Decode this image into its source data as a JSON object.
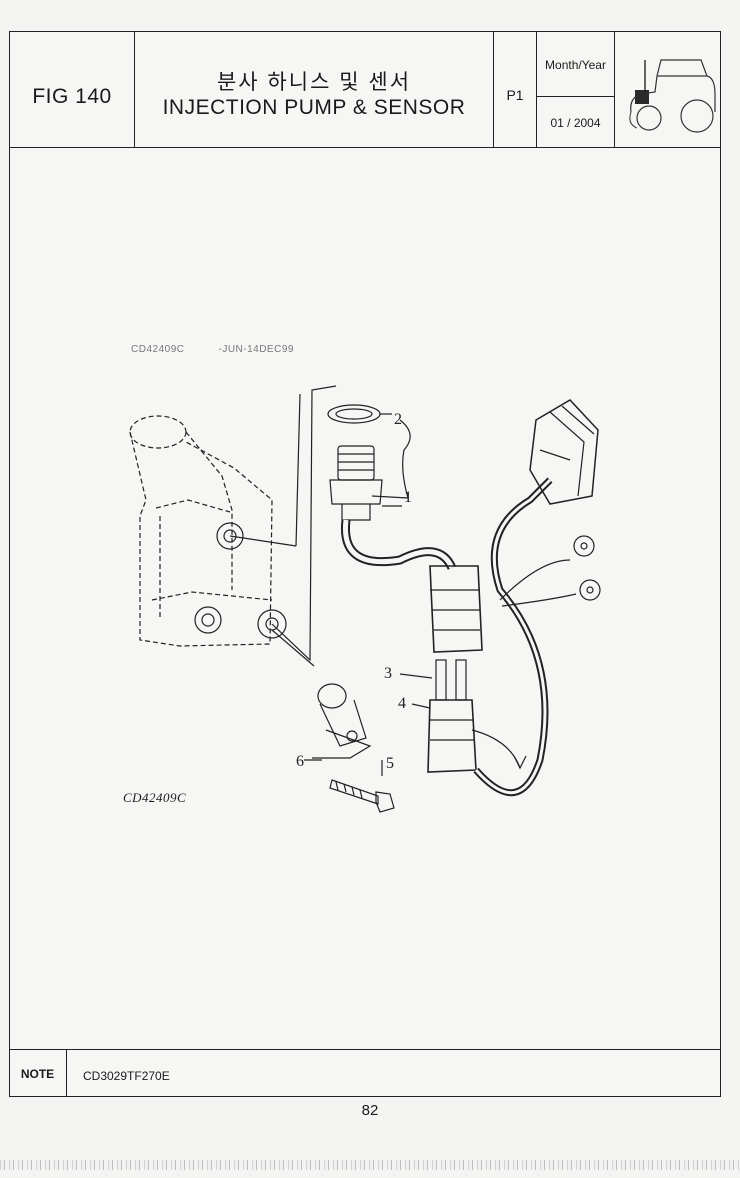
{
  "header": {
    "fig": "FIG 140",
    "title_ko": "분사 하니스 및 센서",
    "title_en": "INJECTION PUMP & SENSOR",
    "page": "P1",
    "date_label": "Month/Year",
    "date_value": "01 / 2004"
  },
  "drawing": {
    "stamp_code": "CD42409C",
    "stamp_date": "-JUN-14DEC99",
    "caption": "CD42409C",
    "callouts": [
      "1",
      "2",
      "3",
      "4",
      "5",
      "6"
    ]
  },
  "footer": {
    "note_label": "NOTE",
    "note_value": "CD3029TF270E",
    "page_number": "82"
  },
  "icons": [
    "tractor-icon"
  ]
}
